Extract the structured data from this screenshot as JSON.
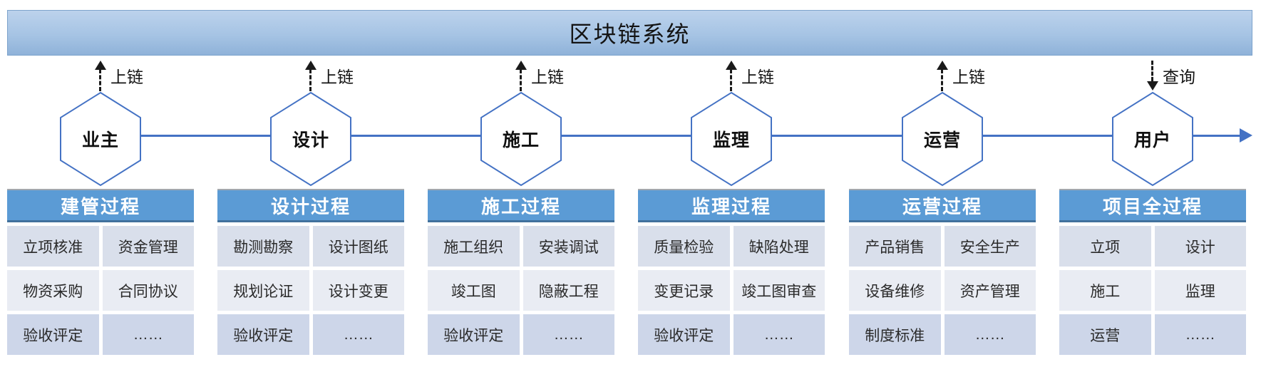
{
  "banner": {
    "title": "区块链系统"
  },
  "flow": {
    "nodes": [
      {
        "key": "owner",
        "label": "业主",
        "arrow": {
          "label": "上链",
          "direction": "up"
        }
      },
      {
        "key": "design",
        "label": "设计",
        "arrow": {
          "label": "上链",
          "direction": "up"
        }
      },
      {
        "key": "construction",
        "label": "施工",
        "arrow": {
          "label": "上链",
          "direction": "up"
        }
      },
      {
        "key": "supervision",
        "label": "监理",
        "arrow": {
          "label": "上链",
          "direction": "up"
        }
      },
      {
        "key": "operation",
        "label": "运营",
        "arrow": {
          "label": "上链",
          "direction": "up"
        }
      },
      {
        "key": "user",
        "label": "用户",
        "arrow": {
          "label": "查询",
          "direction": "down"
        }
      }
    ]
  },
  "tables": [
    {
      "key": "construction-management-process",
      "header": "建管过程",
      "rows": [
        [
          "立项核准",
          "资金管理"
        ],
        [
          "物资采购",
          "合同协议"
        ],
        [
          "验收评定",
          "……"
        ]
      ]
    },
    {
      "key": "design-process",
      "header": "设计过程",
      "rows": [
        [
          "勘测勘察",
          "设计图纸"
        ],
        [
          "规划论证",
          "设计变更"
        ],
        [
          "验收评定",
          "……"
        ]
      ]
    },
    {
      "key": "construction-process",
      "header": "施工过程",
      "rows": [
        [
          "施工组织",
          "安装调试"
        ],
        [
          "竣工图",
          "隐蔽工程"
        ],
        [
          "验收评定",
          "……"
        ]
      ]
    },
    {
      "key": "supervision-process",
      "header": "监理过程",
      "rows": [
        [
          "质量检验",
          "缺陷处理"
        ],
        [
          "变更记录",
          "竣工图审查"
        ],
        [
          "验收评定",
          "……"
        ]
      ]
    },
    {
      "key": "operation-process",
      "header": "运营过程",
      "rows": [
        [
          "产品销售",
          "安全生产"
        ],
        [
          "设备维修",
          "资产管理"
        ],
        [
          "制度标准",
          "……"
        ]
      ]
    },
    {
      "key": "whole-project-process",
      "header": "项目全过程",
      "rows": [
        [
          "立项",
          "设计"
        ],
        [
          "施工",
          "监理"
        ],
        [
          "运营",
          "……"
        ]
      ]
    }
  ],
  "icons": {
    "up_arrow": "dashed-up-arrow-icon",
    "down_arrow": "dashed-down-arrow-icon",
    "flow_arrow": "right-arrow-icon"
  },
  "colors": {
    "banner-top": "#bcd2ec",
    "banner-mid": "#a6c4e4",
    "banner-bottom": "#8fb2d9",
    "banner-border": "#7da3cc",
    "line-blue": "#4472c4",
    "arrow-black": "#1a1a1a",
    "header-blue": "#5b9bd5",
    "header-edge": "#41719c",
    "band1": "#d9dfeb",
    "band2": "#e9ecf3",
    "band3": "#cdd6e9",
    "cell-text": "#2a2a2a"
  }
}
